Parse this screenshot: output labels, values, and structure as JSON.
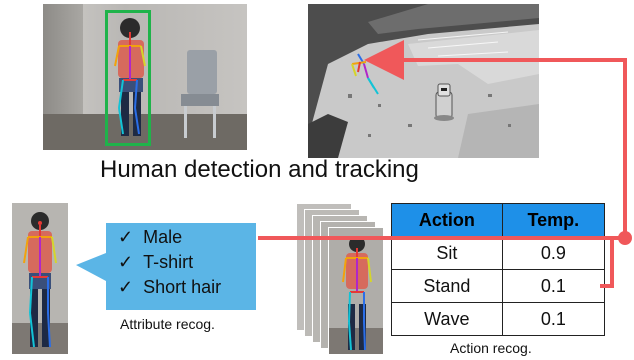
{
  "caption": "Human detection and tracking",
  "attributes": {
    "items": [
      "Male",
      "T-shirt",
      "Short hair"
    ],
    "check_glyph": "✓",
    "label": "Attribute recog."
  },
  "action_table": {
    "headers": [
      "Action",
      "Temp."
    ],
    "rows": [
      {
        "action": "Sit",
        "temp": "0.9"
      },
      {
        "action": "Stand",
        "temp": "0.1"
      },
      {
        "action": "Wave",
        "temp": "0.1"
      }
    ],
    "label": "Action recog."
  },
  "colors": {
    "detection_box": "#1fb34a",
    "connector": "#f0585a",
    "callout_fill": "#5bb5e6",
    "table_header": "#1e90e8",
    "skeleton_torso": "#e53935",
    "skeleton_legs": "#12c3d6",
    "skeleton_arms": "#f2a20c",
    "skeleton_spine": "#b026c9"
  },
  "icons": [
    "check-icon",
    "person-skeleton",
    "robot-icon"
  ]
}
